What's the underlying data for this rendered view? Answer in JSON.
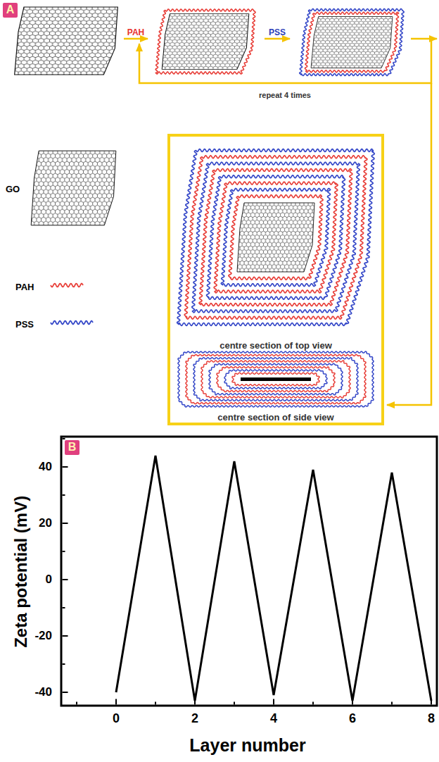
{
  "diagram": {
    "nodes": [
      {
        "text": [
          "A"
        ]
      },
      {
        "text": [
          "centre section of top view",
          "centre section of side view"
        ]
      },
      {
        "text": [
          "B"
        ]
      }
    ],
    "labels": [
      "PAH",
      "PSS",
      "repeat 4 times",
      "Zeta potential (mV)",
      "Layer number",
      "40",
      "20",
      "0",
      "-20",
      "-40",
      "0",
      "2",
      "4",
      "6",
      "8"
    ],
    "legend": [
      {
        "text": "GO"
      },
      {
        "text": "PAH"
      },
      {
        "text": "PSS"
      }
    ]
  }
}
